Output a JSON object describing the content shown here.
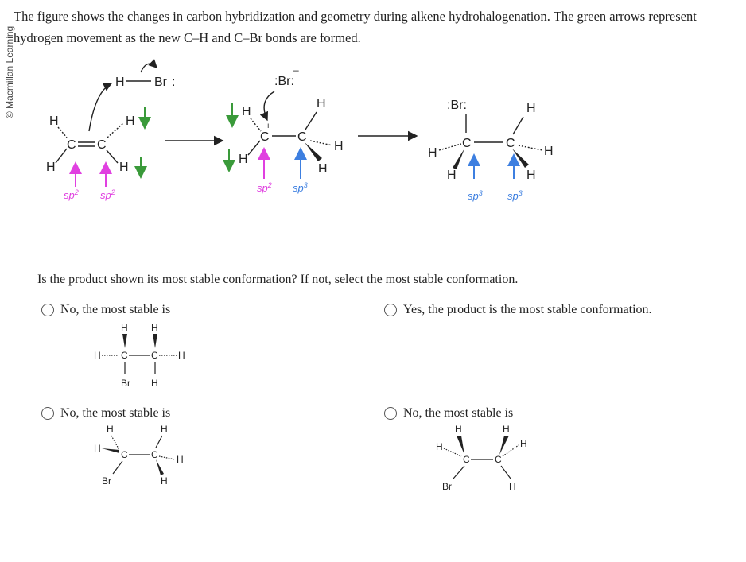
{
  "credit": "© Macmillan Learning",
  "intro_text": "The figure shows the changes in carbon hybridization and geometry during alkene hydrohalogenation. The green arrows represent hydrogen movement as the new C–H and C–Br bonds are formed.",
  "question": "Is the product shown its most stable conformation? If not, select the most stable conformation.",
  "labels": {
    "sp2": "sp",
    "sp3": "sp",
    "sup2": "2",
    "sup3": "3",
    "C": "C",
    "H": "H",
    "Br": "Br",
    "Br_colon": ":Br:",
    "plus": "+",
    "minus": "–"
  },
  "options": [
    {
      "id": "a",
      "text": "No, the most stable is"
    },
    {
      "id": "b",
      "text": "Yes, the product is the most stable conformation."
    },
    {
      "id": "c",
      "text": "No, the most stable is"
    },
    {
      "id": "d",
      "text": "No, the most stable is"
    }
  ],
  "colors": {
    "pink": "#e040e0",
    "blue": "#3d7fe0",
    "green": "#3a9a3a",
    "black": "#222222"
  }
}
